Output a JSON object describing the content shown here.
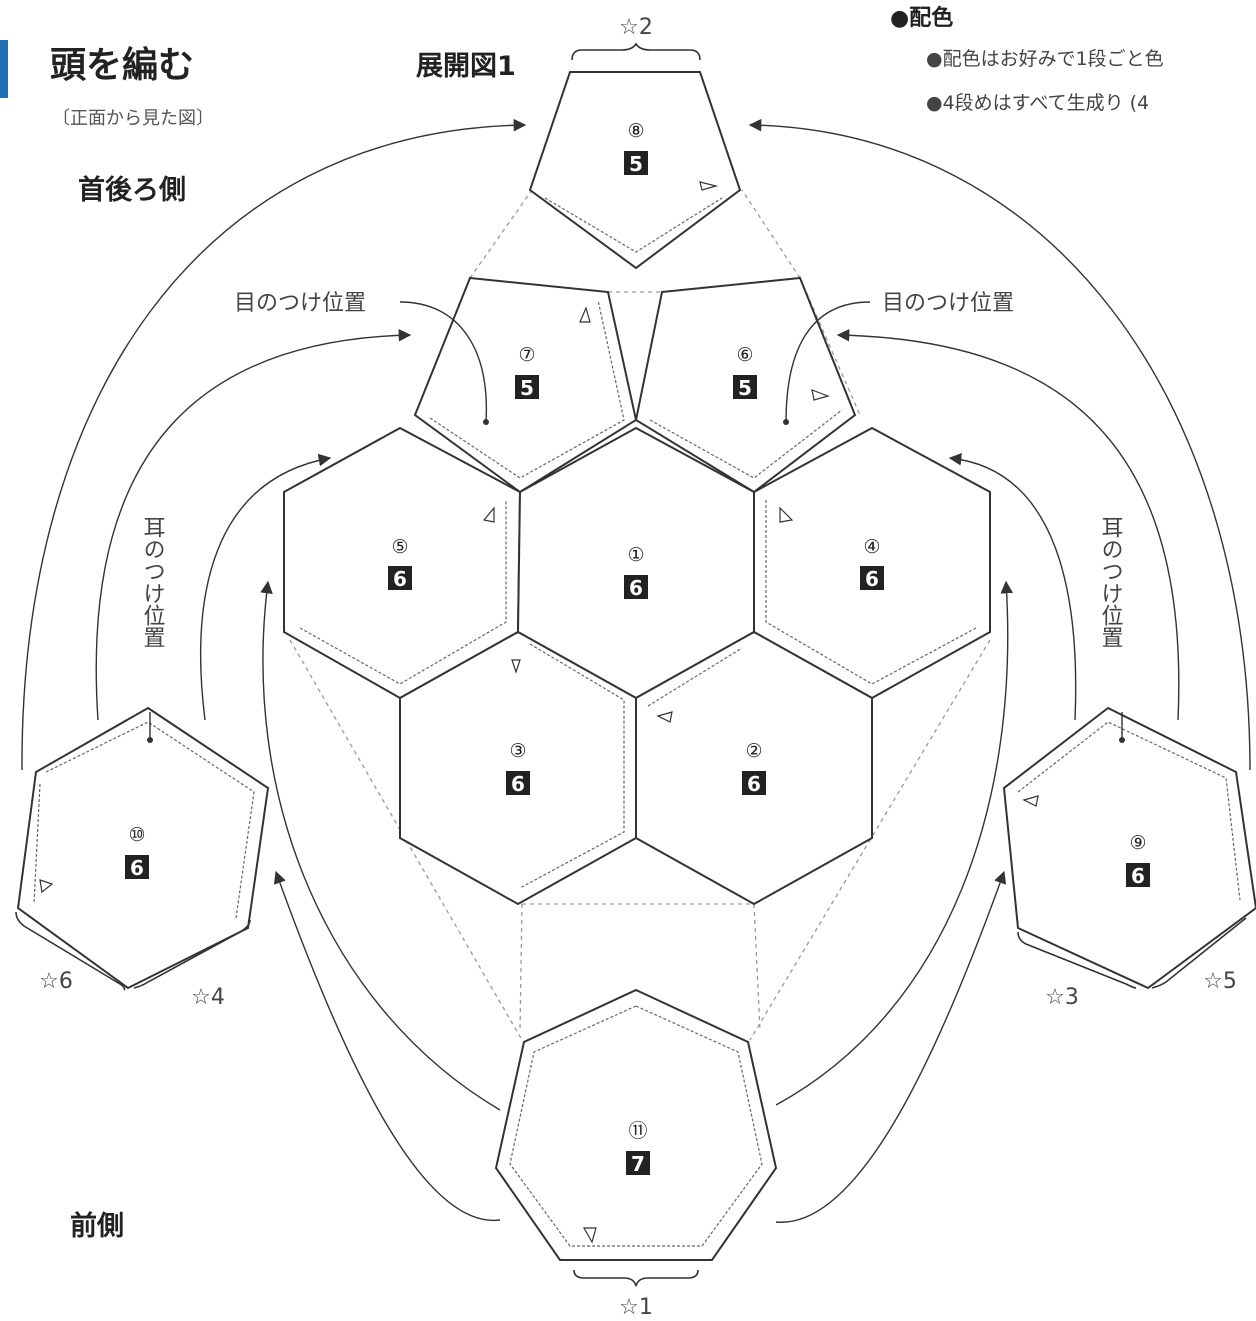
{
  "header": {
    "title": "頭を編む",
    "subtitle": "〔正面から見た図〕",
    "diagram_title": "展開図1"
  },
  "sides": {
    "back": "首後ろ側",
    "front": "前側"
  },
  "color_notes": {
    "heading": "●配色",
    "items": [
      "●配色はお好みで1段ごと色",
      "●4段めはすべて生成り (4"
    ]
  },
  "labels": {
    "eye_left": "目のつけ位置",
    "eye_right": "目のつけ位置",
    "ear_left": "耳のつけ位置",
    "ear_right": "耳のつけ位置"
  },
  "pieces": [
    {
      "id": "①",
      "sides": "6"
    },
    {
      "id": "②",
      "sides": "6"
    },
    {
      "id": "③",
      "sides": "6"
    },
    {
      "id": "④",
      "sides": "6"
    },
    {
      "id": "⑤",
      "sides": "6"
    },
    {
      "id": "⑥",
      "sides": "5"
    },
    {
      "id": "⑦",
      "sides": "5"
    },
    {
      "id": "⑧",
      "sides": "5"
    },
    {
      "id": "⑨",
      "sides": "6"
    },
    {
      "id": "⑩",
      "sides": "6"
    },
    {
      "id": "⑪",
      "sides": "7"
    }
  ],
  "stars": [
    "☆1",
    "☆2",
    "☆3",
    "☆4",
    "☆5",
    "☆6"
  ]
}
